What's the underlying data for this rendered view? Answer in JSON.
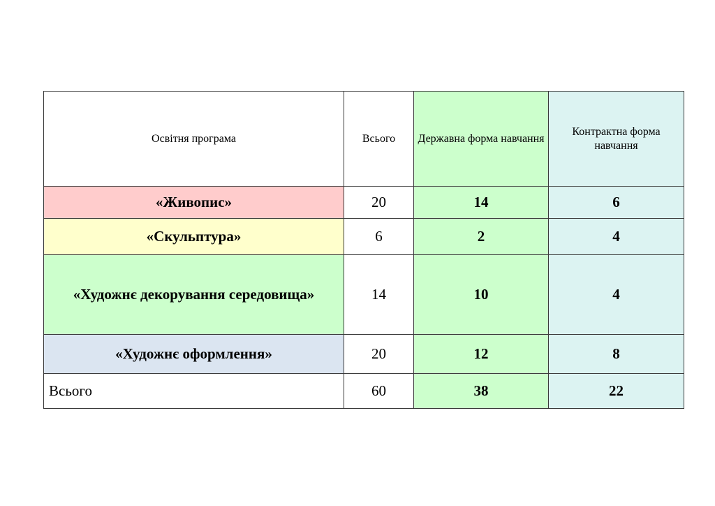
{
  "table": {
    "headers": {
      "program": "Освітня програма",
      "total": "Всього",
      "state": "Державна форма навчання",
      "contract": "Контрактна форма навчання"
    },
    "rows": [
      {
        "program": "«Живопис»",
        "total": "20",
        "state": "14",
        "contract": "6",
        "color": "#ffcccc"
      },
      {
        "program": "«Скульптура»",
        "total": "6",
        "state": "2",
        "contract": "4",
        "color": "#ffffcc"
      },
      {
        "program": "«Художнє декорування середовища»",
        "total": "14",
        "state": "10",
        "contract": "4",
        "color": "#ccffcc"
      },
      {
        "program": "«Художнє оформлення»",
        "total": "20",
        "state": "12",
        "contract": "8",
        "color": "#dbe5f1"
      }
    ],
    "totals": {
      "label": "Всього",
      "total": "60",
      "state": "38",
      "contract": "22"
    }
  },
  "colors": {
    "state_column": "#ccffcc",
    "contract_column": "#dcf3f2",
    "border": "#3a3a3a"
  }
}
